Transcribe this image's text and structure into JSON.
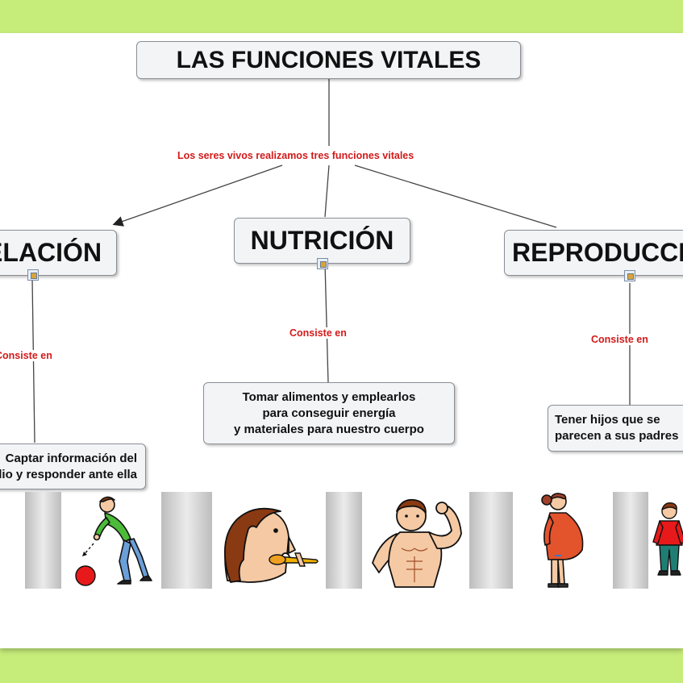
{
  "title": "LAS FUNCIONES VITALES",
  "root_link": "Los seres vivos realizamos tres funciones vitales",
  "functions": [
    {
      "name": "RELACIÓN",
      "link": "Consiste en",
      "desc_lines": [
        "Captar información del",
        "medio y responder ante ella"
      ]
    },
    {
      "name": "NUTRICIÓN",
      "link": "Consiste en",
      "desc_lines": [
        "Tomar alimentos y emplearlos",
        "para conseguir energía",
        "y materiales para nuestro cuerpo"
      ]
    },
    {
      "name": "REPRODUCCIÓN",
      "link": "Consiste en",
      "desc_lines": [
        "Tener hijos que se",
        "parecen a sus padres"
      ]
    }
  ],
  "colors": {
    "background": "#c6ec7a",
    "link_text": "#d21a1a",
    "node_fill": "#f3f4f6",
    "node_border": "#8a8f96"
  },
  "pictograms": [
    "ball-throw-pictogram",
    "eating-pictogram",
    "muscles-pictogram",
    "pregnant-woman-pictogram",
    "child-pictogram"
  ]
}
